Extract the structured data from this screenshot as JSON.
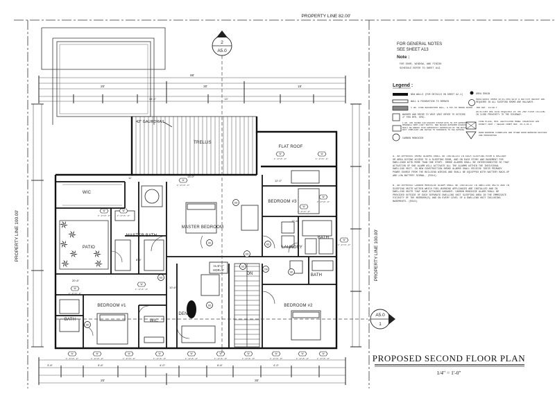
{
  "sheet": {
    "property_line_top": "PROPERTY LINE 82.00'",
    "property_line_left": "PROPERTY LINE 100.00'",
    "property_line_right": "PROPERTY LINE 100.00'",
    "title": "PROPOSED SECOND FLOOR PLAN",
    "scale": "1/4\" = 1'-0\"",
    "section_top": {
      "num": "2",
      "sheet": "A5.0"
    },
    "section_right": {
      "num": "1",
      "sheet": "A5.0"
    }
  },
  "rooms": {
    "trellis": "TRELLIS",
    "flat_roof": "FLAT ROOF",
    "guardrail": "42\" GAURDRAIL",
    "wic_top": "WIC",
    "master_bath": "MASTER BATH",
    "patio": "PATIO",
    "master_bedroom": "MASTER BEDROOM",
    "bedroom3": "BEDROOM #3",
    "bath_right": "BATH",
    "laundry": "LAUNDRY",
    "bath_right_lower": "BATH",
    "bedroom1": "BEDROOM #1",
    "bath_left": "BATH",
    "wic_bottom": "WIC",
    "den": "DEN",
    "bedroom2": "BEDROOM #2",
    "stair_dn": "DN",
    "ceiling_note_1": "H=9'-0\"",
    "ceiling_note_2": "HDR=8'"
  },
  "notes": {
    "general_1": "FOR GENERAL NOTES",
    "general_2": "SEE SHEET A13",
    "note_title": "Note :",
    "note_1": "FOR DOOR, WINDOW, AND FINISH",
    "note_2": "SCHEDULE REFER TO SHEET A13",
    "legend_title": "Legend :",
    "legend_items": [
      "NEW WALLS (FOR DETAILS ON SHEET A2.1)",
      "WALL & FOUNDATION TO REMAIN",
      "1 HR. FIRE SEPARATION WALL, & STC-50 SOUND RATED - PER DET. 13/AD-7",
      "WASHER AND DRYER TO VENT VENT DRYER TO OUTSIDE 4\" PER MFR. SPEC.",
      "1 HR. AIR CHANGE FAN EXHAUST SYSTEM WITH 50 CFM HUMIDISTAT OPERABLE FROM LIGHT SWITCH. NEW SEALED BATHROOM EXHAUST FAN SHALL BE ENERGY STAR HUMIDISTAT CONTROLLED OF THE BUILDING. DUCT COMPLIANT AND DUCTED TO TERMINATE TO THE OUTSIDE.",
      "CARBON MONOXIDE"
    ],
    "legend_right": [
      "AREA DRAIN",
      "HARD-WIRED SMOKE DETECTORS WITH A BATTERY BACKUP ARE REQUIRED IN ALL SLEEPING ROOMS AND HALLWAYS.",
      "DETECTORS ARE ALSO REQUIRED IN THE 2ND FLOOR CEILING IN CLOSE PROXIMITY TO THE STAIRWAY.",
      "FIRE PLACE, MFR. HEATILATOR MODEL CRAVE7036 GAS DIRECT VENT / SEALED FRONT REF. A5-3,A5-4",
      "WOOD BURNING FIREPLACE AND OTHER WOOD BURNING DEVICES ARE PROHIBITED"
    ],
    "smoke_alarm": "A. AN APPROVED SMOKE ALARMS SHALL BE INSTALLED IN EACH SLEEPING ROOM & HALLWAY OR AREA GIVING ACCESS TO A SLEEPING ROOM, AND ON EACH STORY AND BASEMENT FOR DWELLINGS WITH MORE THAN ONE STORY. SMOKE ALARMS SHALL BE INTERCONNECTED SO THAT ACTUATION OF ONE ALARM WILL ACTIVATE ALL THE ALARMS WITHIN THE INDIVIDUAL DWELLING UNIT. IN NEW CONSTRUCTION SMOKE ALARMS SHALL RECEIVE THEIR PRIMARY POWER SOURCE FROM THE BUILDING WIRING AND SHALL BE EQUIPPED WITH BATTERY BACK-UP AND LOW BATTERY SIGNAL. (R314)",
    "co_alarm": "B. AN APPROVED CARBON MONOXIDE ALARM SHALL BE INSTALLED IN DWELLING UNITS AND IN SLEEPING UNITS WITHIN WHICH FUEL-BURNING APPLIANCES ARE INSTALLED AND IN DWELLING UNITS THAT HAVE ATTACHED GARAGES. CARBON MONOXIDE ALARM SHALL BE PROVIDED OUTSIDE OF EACH SEPARATE DWELLING UNIT SLEEPING AREA IN THE IMMEDIATE VICINITY OF THE BEDROOM(S) AND ON EVERY LEVEL OF A DWELLING UNIT INCLUDING BASEMENTS. (R315)"
  },
  "dims": {
    "overall": "86'",
    "d1": "20'",
    "d2": "30'",
    "d3": "15'",
    "d4": "14'-6\"",
    "d5": "10'",
    "d6": "13'-0\"",
    "d7": "12'-6\"",
    "d8": "10'-6\"",
    "d9": "8'-6\"",
    "d10": "20'-6\"",
    "d11": "11'",
    "d12": "3'-6\"",
    "d13": "5'-6\"",
    "d14": "4'-0\"",
    "d15": "6'-6\"",
    "d16": "12'-0\""
  },
  "tags": {
    "sd": "SD",
    "cm": "CM",
    "window": "W",
    "window_size": "3'-0\"x5'-0\""
  }
}
